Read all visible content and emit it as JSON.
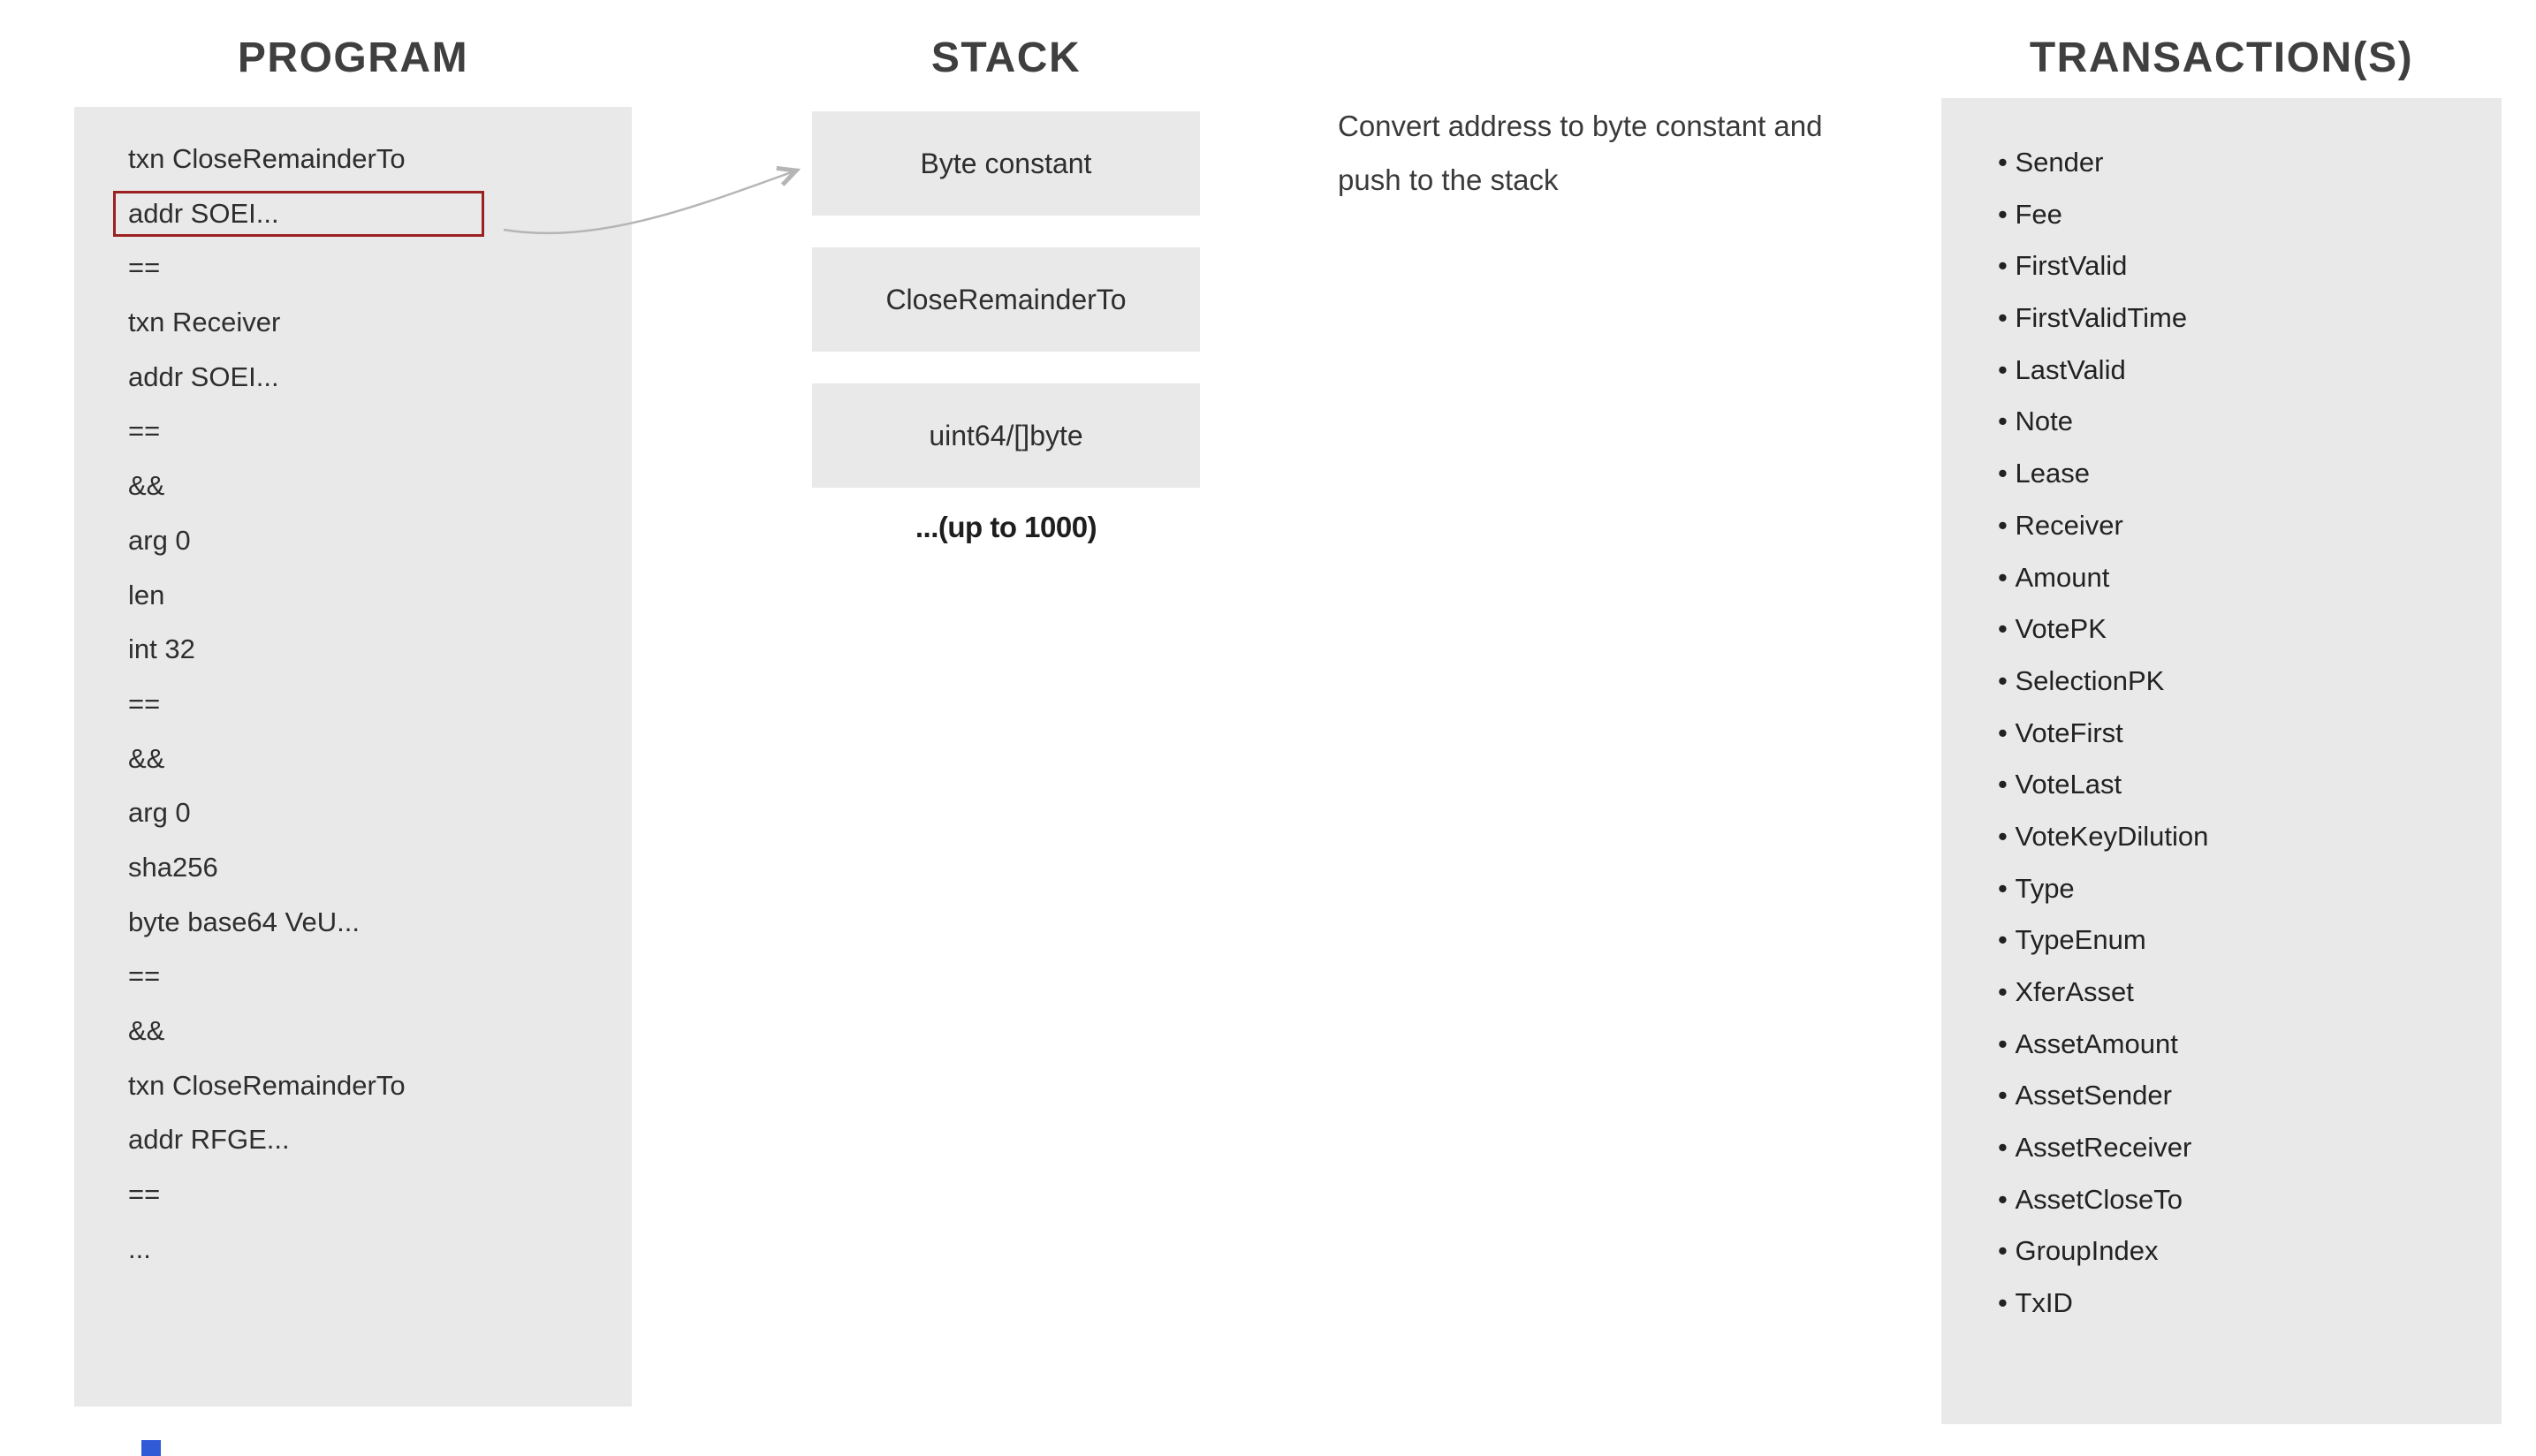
{
  "program": {
    "title": "PROGRAM",
    "lines": [
      "txn CloseRemainderTo",
      "addr SOEI...",
      "==",
      "txn Receiver",
      "addr SOEI...",
      "==",
      "&&",
      "arg 0",
      "len",
      "int 32",
      "==",
      "&&",
      "arg 0",
      "sha256",
      "byte base64 VeU...",
      "==",
      "&&",
      "txn CloseRemainderTo",
      "addr RFGE...",
      "==",
      "..."
    ],
    "highlighted_line_index": 1
  },
  "stack": {
    "title": "STACK",
    "items": [
      "Byte constant",
      "CloseRemainderTo",
      "uint64/[]byte"
    ],
    "more_label": "...(up to 1000)"
  },
  "annotation": {
    "text": "Convert address to byte constant and push to the stack"
  },
  "transactions": {
    "title": "TRANSACTION(S)",
    "fields": [
      "Sender",
      "Fee",
      "FirstValid",
      "FirstValidTime",
      "LastValid",
      "Note",
      "Lease",
      "Receiver",
      "Amount",
      "VotePK",
      "SelectionPK",
      "VoteFirst",
      "VoteLast",
      "VoteKeyDilution",
      "Type",
      "TypeEnum",
      "XferAsset",
      "AssetAmount",
      "AssetSender",
      "AssetReceiver",
      "AssetCloseTo",
      "GroupIndex",
      "TxID"
    ]
  },
  "colors": {
    "panel_gray": "#e9e9ea",
    "highlight_red": "#9b2020",
    "arrow_gray": "#b5b5b5",
    "title_gray": "#3f3f3f",
    "edge_blue": "#2f5bd7"
  }
}
